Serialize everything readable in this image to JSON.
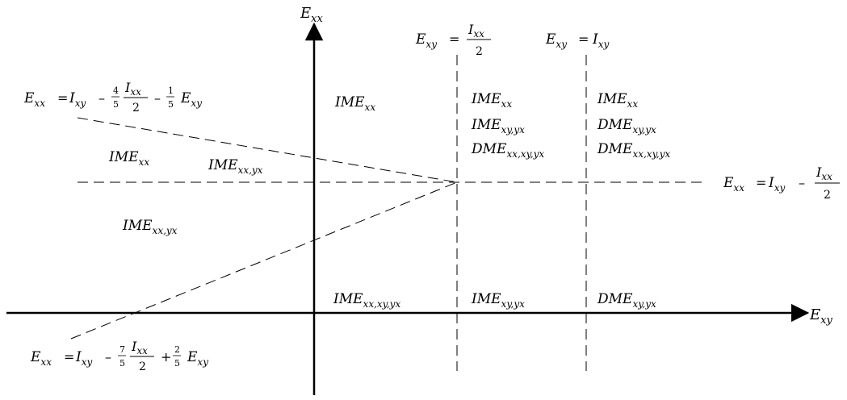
{
  "axes": {
    "x": {
      "base": "E",
      "sub": "xy"
    },
    "y": {
      "base": "E",
      "sub": "xx"
    }
  },
  "boundaries": {
    "vertical_1": {
      "lhs": "E",
      "lhs_sub": "xy",
      "rel": "=",
      "frac_num": "I",
      "frac_num_sub": "xx",
      "frac_den": "2"
    },
    "vertical_2": {
      "lhs": "E",
      "lhs_sub": "xy",
      "rel": "=",
      "rhs": "I",
      "rhs_sub": "xy"
    },
    "horizontal": {
      "lhs": "E",
      "lhs_sub": "xx",
      "rel": "=",
      "rhs": "I",
      "rhs_sub": "xy",
      "op": "–",
      "frac_num": "I",
      "frac_num_sub": "xx",
      "frac_den": "2"
    },
    "upper_sloped": {
      "lhs": "E",
      "lhs_sub": "xx",
      "rel": "=",
      "rhs": "I",
      "rhs_sub": "xy",
      "op1": "–",
      "c1_num": "4",
      "c1_den": "5",
      "frac_num": "I",
      "frac_num_sub": "xx",
      "frac_den": "2",
      "op2": "–",
      "c2_num": "1",
      "c2_den": "5",
      "tail": "E",
      "tail_sub": "xy"
    },
    "lower_sloped": {
      "lhs": "E",
      "lhs_sub": "xx",
      "rel": "=",
      "rhs": "I",
      "rhs_sub": "xy",
      "op1": "–",
      "c1_num": "7",
      "c1_den": "5",
      "frac_num": "I",
      "frac_num_sub": "xx",
      "frac_den": "2",
      "op2": "+",
      "c2_num": "2",
      "c2_den": "5",
      "tail": "E",
      "tail_sub": "xy"
    }
  },
  "regions": [
    {
      "id": "left-upper",
      "base": "IME",
      "sub": "xx"
    },
    {
      "id": "left-middle",
      "base": "IME",
      "sub": "xx,yx"
    },
    {
      "id": "left-lower",
      "base": "IME",
      "sub": "xx,yx"
    },
    {
      "id": "q1-top-1",
      "base": "IME",
      "sub": "xx"
    },
    {
      "id": "q1-bottom-1",
      "base": "IME",
      "sub": "xx,xy,yx"
    },
    {
      "id": "q1-top-2-line1",
      "base": "IME",
      "sub": "xx"
    },
    {
      "id": "q1-top-2-line2",
      "base": "IME",
      "sub": "xy,yx"
    },
    {
      "id": "q1-top-2-line3",
      "base": "DME",
      "sub": "xx,xy,yx"
    },
    {
      "id": "q1-bottom-2",
      "base": "IME",
      "sub": "xy,yx"
    },
    {
      "id": "q1-top-3-line1",
      "base": "IME",
      "sub": "xx"
    },
    {
      "id": "q1-top-3-line2",
      "base": "DME",
      "sub": "xy,yx"
    },
    {
      "id": "q1-top-3-line3",
      "base": "DME",
      "sub": "xx,xy,yx"
    },
    {
      "id": "q1-bottom-3",
      "base": "DME",
      "sub": "xy,yx"
    }
  ]
}
